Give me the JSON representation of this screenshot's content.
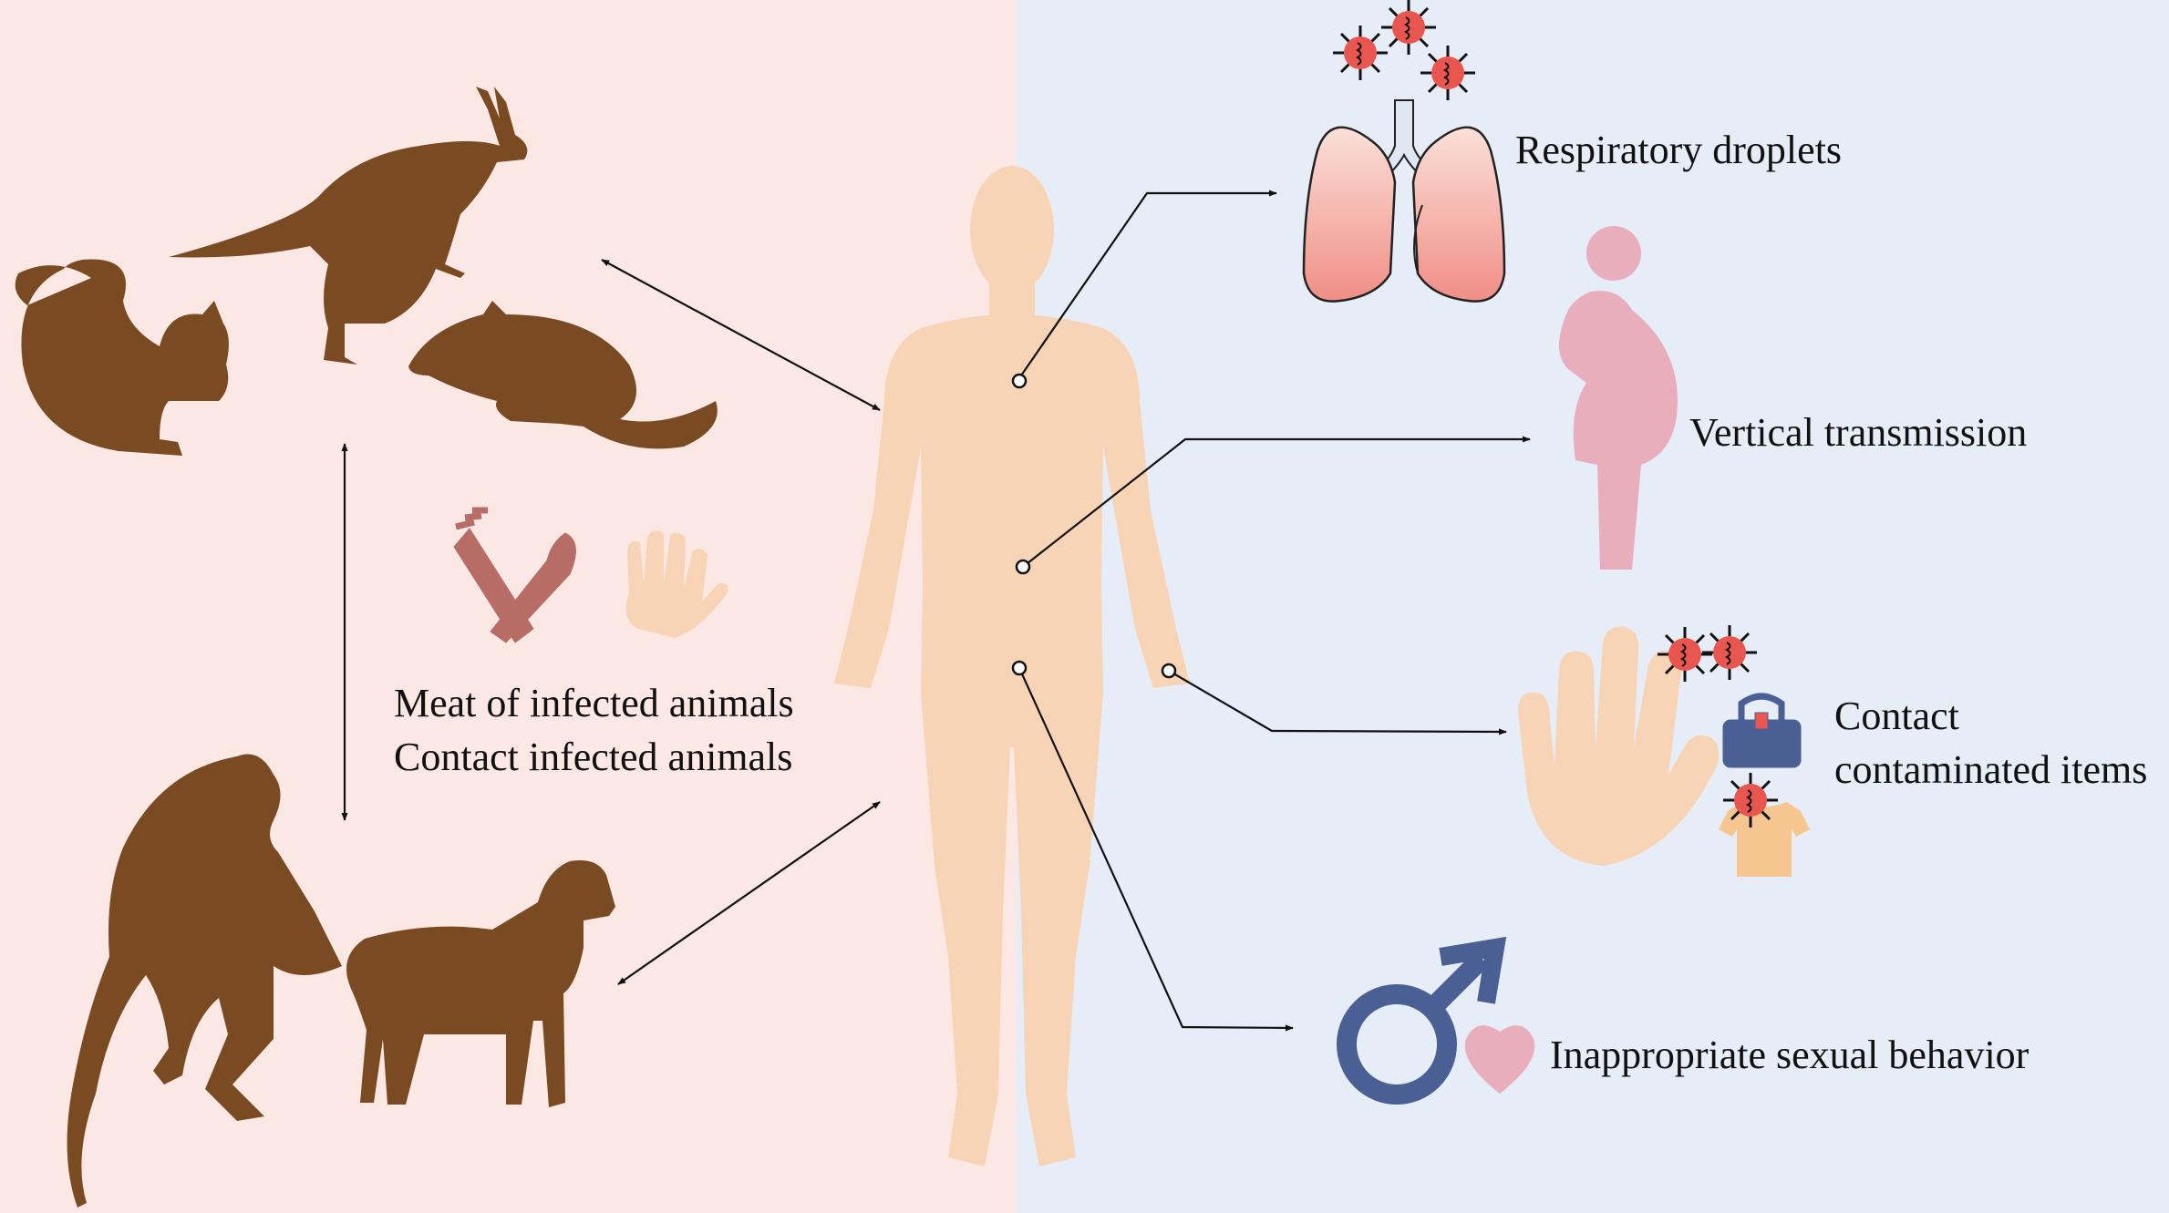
{
  "colors": {
    "left_bg": "#fbe8e4",
    "right_bg": "#e6edf7",
    "animal": "#7a4a22",
    "human": "#f8d4b6",
    "lung": "#f2a9a0",
    "virus": "#e8564f",
    "pregnant": "#e8aebb",
    "male_symbol": "#4a5f94",
    "heart": "#e8aebb",
    "hand": "#f8d4b6",
    "fork_knife": "#b86c66",
    "shirt": "#f6c690",
    "bag": "#4a5f94"
  },
  "icons": [
    "kangaroo-icon",
    "squirrel-icon",
    "rat-icon",
    "monkey-icon",
    "dog-icon",
    "human-body-icon",
    "lungs-icon",
    "virus-icon",
    "pregnant-woman-icon",
    "hand-icon",
    "bag-icon",
    "shirt-icon",
    "male-symbol-icon",
    "heart-icon",
    "fork-knife-icon"
  ],
  "labels": {
    "meat": "Meat of infected animals",
    "contact_animals": "Contact infected animals",
    "respiratory": "Respiratory droplets",
    "vertical": "Vertical transmission",
    "contact_items_line1": "Contact",
    "contact_items_line2": "contaminated items",
    "sexual": "Inappropriate sexual behavior"
  }
}
